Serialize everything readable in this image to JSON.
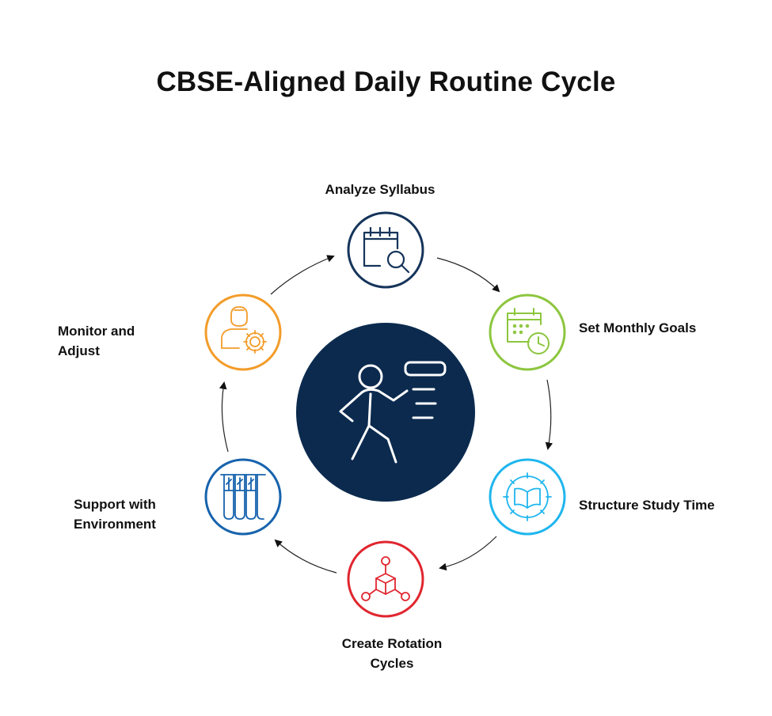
{
  "title": "CBSE-Aligned Daily Routine Cycle",
  "colors": {
    "center": "#0b2a4e",
    "analyze": "#15345a",
    "monthly": "#8dc63f",
    "structure": "#1fb6ee",
    "rotation": "#e0262f",
    "support": "#1763ad",
    "monitor": "#f39c2a"
  },
  "center": {
    "icon": "person-with-board-icon"
  },
  "steps": [
    {
      "id": "analyze",
      "label_lines": [
        "Analyze Syllabus"
      ],
      "icon": "calendar-search-icon"
    },
    {
      "id": "monthly",
      "label_lines": [
        "Set Monthly Goals"
      ],
      "icon": "calendar-clock-icon"
    },
    {
      "id": "structure",
      "label_lines": [
        "Structure Study Time"
      ],
      "icon": "book-timer-icon"
    },
    {
      "id": "rotation",
      "label_lines": [
        "Create Rotation",
        "Cycles"
      ],
      "icon": "cube-network-icon"
    },
    {
      "id": "support",
      "label_lines": [
        "Support with",
        "Environment"
      ],
      "icon": "test-tubes-icon"
    },
    {
      "id": "monitor",
      "label_lines": [
        "Monitor and",
        "Adjust"
      ],
      "icon": "person-gear-icon"
    }
  ]
}
